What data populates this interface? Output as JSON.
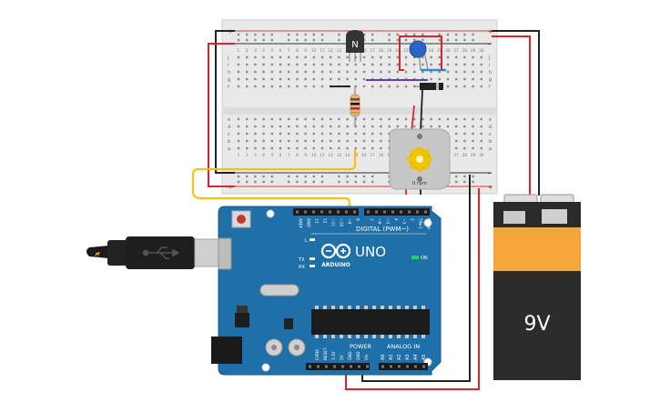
{
  "breadboard": {
    "rail_plus": "+",
    "rail_minus": "-",
    "row_letters_top": [
      "j",
      "i",
      "h",
      "g",
      "f"
    ],
    "row_letters_bottom": [
      "e",
      "d",
      "c",
      "b",
      "a"
    ],
    "col_numbers": [
      "1",
      "2",
      "3",
      "4",
      "5",
      "6",
      "7",
      "8",
      "9",
      "10",
      "11",
      "12",
      "13",
      "14",
      "15",
      "16",
      "17",
      "18",
      "19",
      "20",
      "21",
      "22",
      "23",
      "24",
      "25",
      "26",
      "27",
      "28",
      "29",
      "30"
    ]
  },
  "transistor": {
    "label": "N"
  },
  "motor": {
    "label": "0 rpm"
  },
  "battery": {
    "label": "9V"
  },
  "arduino": {
    "brand": "ARDUINO",
    "model": "UNO",
    "digital_label": "DIGITAL (PWM~)",
    "digital_pins": [
      "AREF",
      "GND",
      "13",
      "12",
      "~11",
      "~10",
      "~9",
      "8",
      "7",
      "~6",
      "~5",
      "4",
      "~3",
      "2",
      "TX►1",
      "RX◄0"
    ],
    "power_label": "POWER",
    "power_pins": [
      "IOREF",
      "RESET",
      "3.3V",
      "5V",
      "GND",
      "GND",
      "Vin"
    ],
    "analog_label": "ANALOG IN",
    "analog_pins": [
      "A0",
      "A1",
      "A2",
      "A3",
      "A4",
      "A5"
    ],
    "led_l": "L",
    "led_tx": "TX",
    "led_rx": "RX",
    "led_on": "ON"
  },
  "colors": {
    "board_blue": "#1f6fa8",
    "wire_red": "#d9262b",
    "wire_black": "#222222",
    "wire_yellow": "#f4c40f",
    "wire_purple": "#6a3aa7",
    "breadboard": "#e8e8e8",
    "battery_body": "#f4a63a"
  }
}
